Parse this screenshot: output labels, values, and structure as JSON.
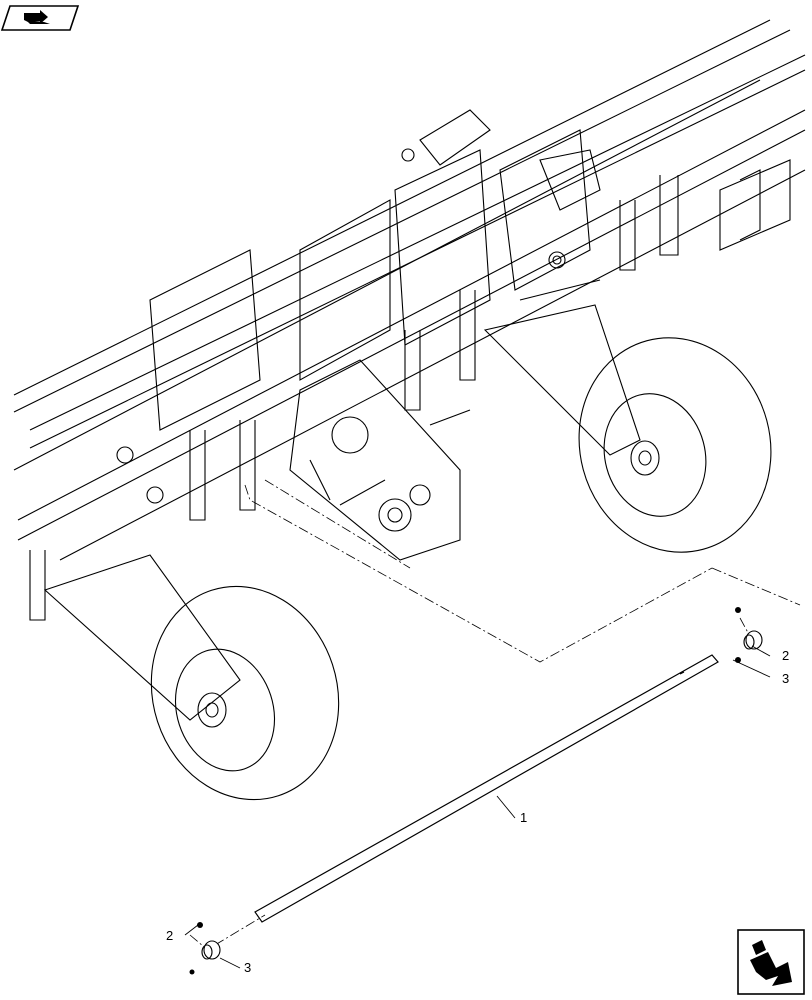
{
  "diagram": {
    "callouts": [
      {
        "id": "c1",
        "label": "1"
      },
      {
        "id": "c2a",
        "label": "2"
      },
      {
        "id": "c3a",
        "label": "3"
      },
      {
        "id": "c2b",
        "label": "2"
      },
      {
        "id": "c3b",
        "label": "3"
      }
    ]
  },
  "icons": {
    "top_left": "previous-page-icon",
    "bottom_right": "next-page-icon"
  }
}
